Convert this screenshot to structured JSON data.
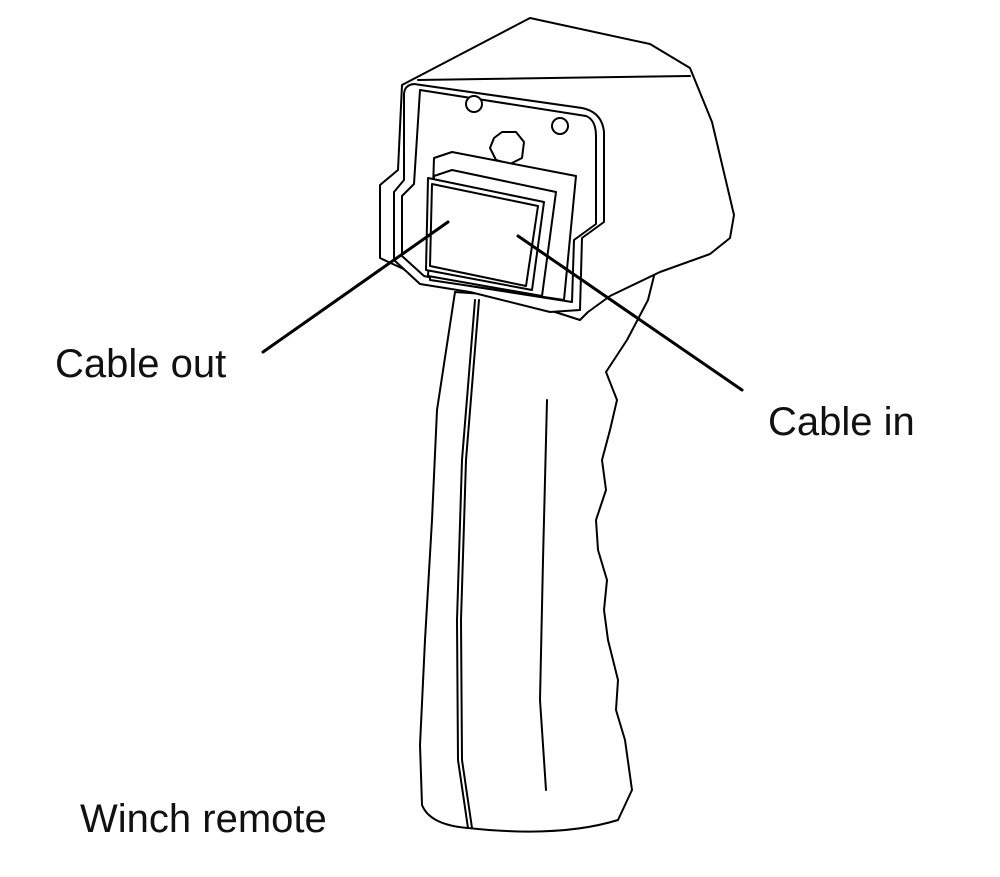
{
  "labels": {
    "cable_out": "Cable out",
    "cable_in": "Cable in"
  },
  "caption": "Winch remote",
  "colors": {
    "ink": "#000000",
    "background": "#ffffff"
  }
}
